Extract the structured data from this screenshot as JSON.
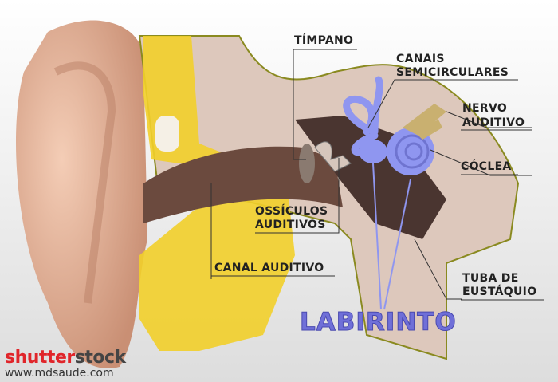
{
  "labels": {
    "timpano": "TÍMPANO",
    "canais_1": "CANAIS",
    "canais_2": "SEMICIRCULARES",
    "nervo_1": "NERVO",
    "nervo_2": "AUDITIVO",
    "coclea": "CÓCLEA",
    "ossiculos_1": "OSSÍCULOS",
    "ossiculos_2": "AUDITIVOS",
    "canal": "CANAL AUDITIVO",
    "tuba_1": "TUBA DE",
    "tuba_2": "EUSTÁQUIO",
    "labirinto": "LABIRINTO"
  },
  "watermark": {
    "brand_red": "shutter",
    "brand_gray": "stock",
    "site": "www.mdsaude.com"
  },
  "colors": {
    "skin": "#e6b9a0",
    "bone": "#d9c5b8",
    "cartilage": "#f2cf2a",
    "inner_ear": "#8f96f0",
    "labirinto_text": "#6f6fd8",
    "brand": "#e0252a"
  }
}
